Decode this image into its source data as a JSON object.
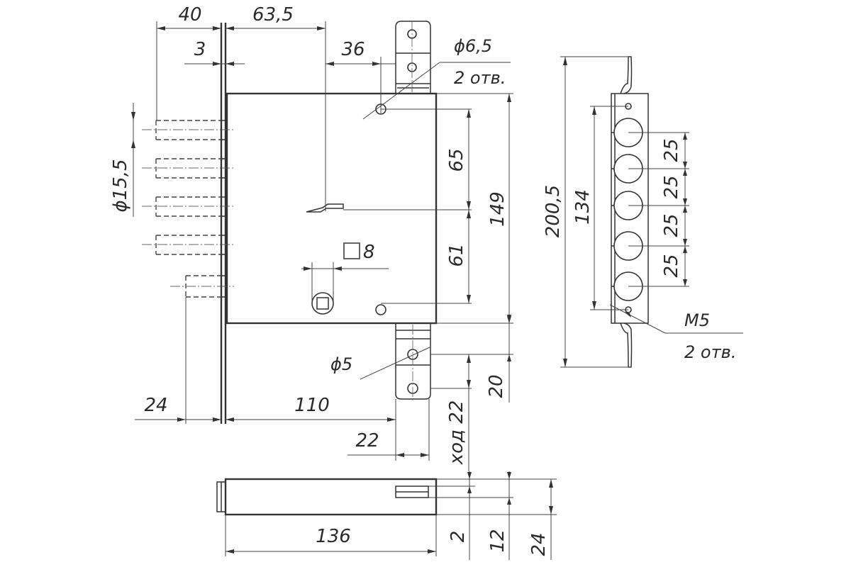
{
  "front_view": {
    "dims": {
      "top_40": "40",
      "top_63_5": "63,5",
      "top_3": "3",
      "top_36": "36",
      "bolt_diameter": "ϕ15,5",
      "upper_65": "65",
      "lower_61": "61",
      "height_149": "149",
      "square_8": "8",
      "bottom_24": "24",
      "bottom_110": "110",
      "bottom_22": "22",
      "right_20": "20",
      "stroke_22": "ход 22"
    },
    "notes": {
      "hole_top": "ϕ6,5",
      "hole_top_count": "2 отв.",
      "hole_bottom": "ϕ5"
    }
  },
  "side_view": {
    "dims": {
      "overall_200_5": "200,5",
      "pitch_134": "134",
      "spacing_1": "25",
      "spacing_2": "25",
      "spacing_3": "25",
      "spacing_4": "25"
    },
    "notes": {
      "thread": "M5",
      "thread_count": "2 отв."
    }
  },
  "bottom_view": {
    "dims": {
      "width_136": "136",
      "depth_2": "2",
      "depth_12": "12",
      "depth_24": "24"
    }
  }
}
